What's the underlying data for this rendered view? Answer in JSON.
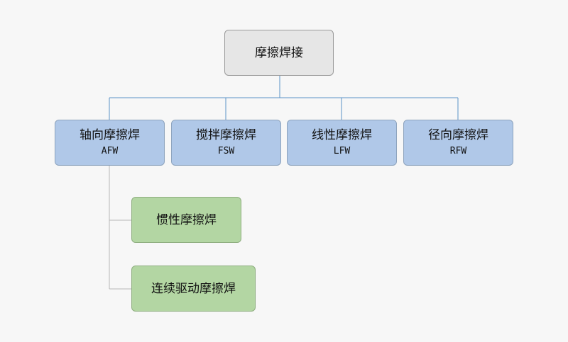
{
  "root": {
    "label": "摩擦焊接"
  },
  "categories": [
    {
      "label": "轴向摩擦焊",
      "abbr": "AFW"
    },
    {
      "label": "搅拌摩擦焊",
      "abbr": "FSW"
    },
    {
      "label": "线性摩擦焊",
      "abbr": "LFW"
    },
    {
      "label": "径向摩擦焊",
      "abbr": "RFW"
    }
  ],
  "subtypes": [
    {
      "label": "惯性摩擦焊"
    },
    {
      "label": "连续驱动摩擦焊"
    }
  ],
  "colors": {
    "root_fill": "#e6e6e6",
    "category_fill": "#b0c8e8",
    "subtype_fill": "#b3d6a3",
    "tree_line": "#5b93c7",
    "branch_line": "#b7b7b7"
  }
}
